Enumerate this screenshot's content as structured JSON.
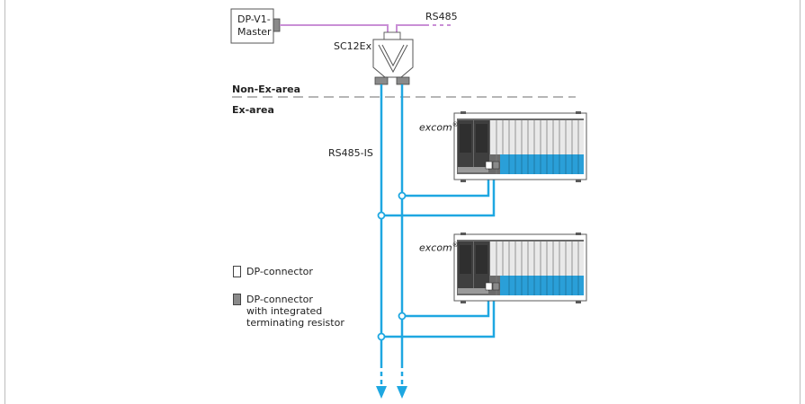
{
  "master": {
    "line1": "DP-V1-",
    "line2": "Master"
  },
  "bus_label": "RS485",
  "coupler_label": "SC12Ex",
  "non_ex_area": "Non-Ex-area",
  "ex_area": "Ex-area",
  "is_bus_label": "RS485-IS",
  "station_brand": "excom",
  "station_brand_mark": "®",
  "legend": {
    "connector": "DP-connector",
    "terminated_line1": "DP-connector",
    "terminated_line2": "with integrated",
    "terminated_line3": "terminating resistor"
  },
  "colors": {
    "bus_rs485": "#c98fd6",
    "bus_is": "#1ea7e1",
    "module_blue": "#2a9fd8",
    "connector_gray": "#8a8a8a",
    "chassis": "#5a5a5a"
  }
}
